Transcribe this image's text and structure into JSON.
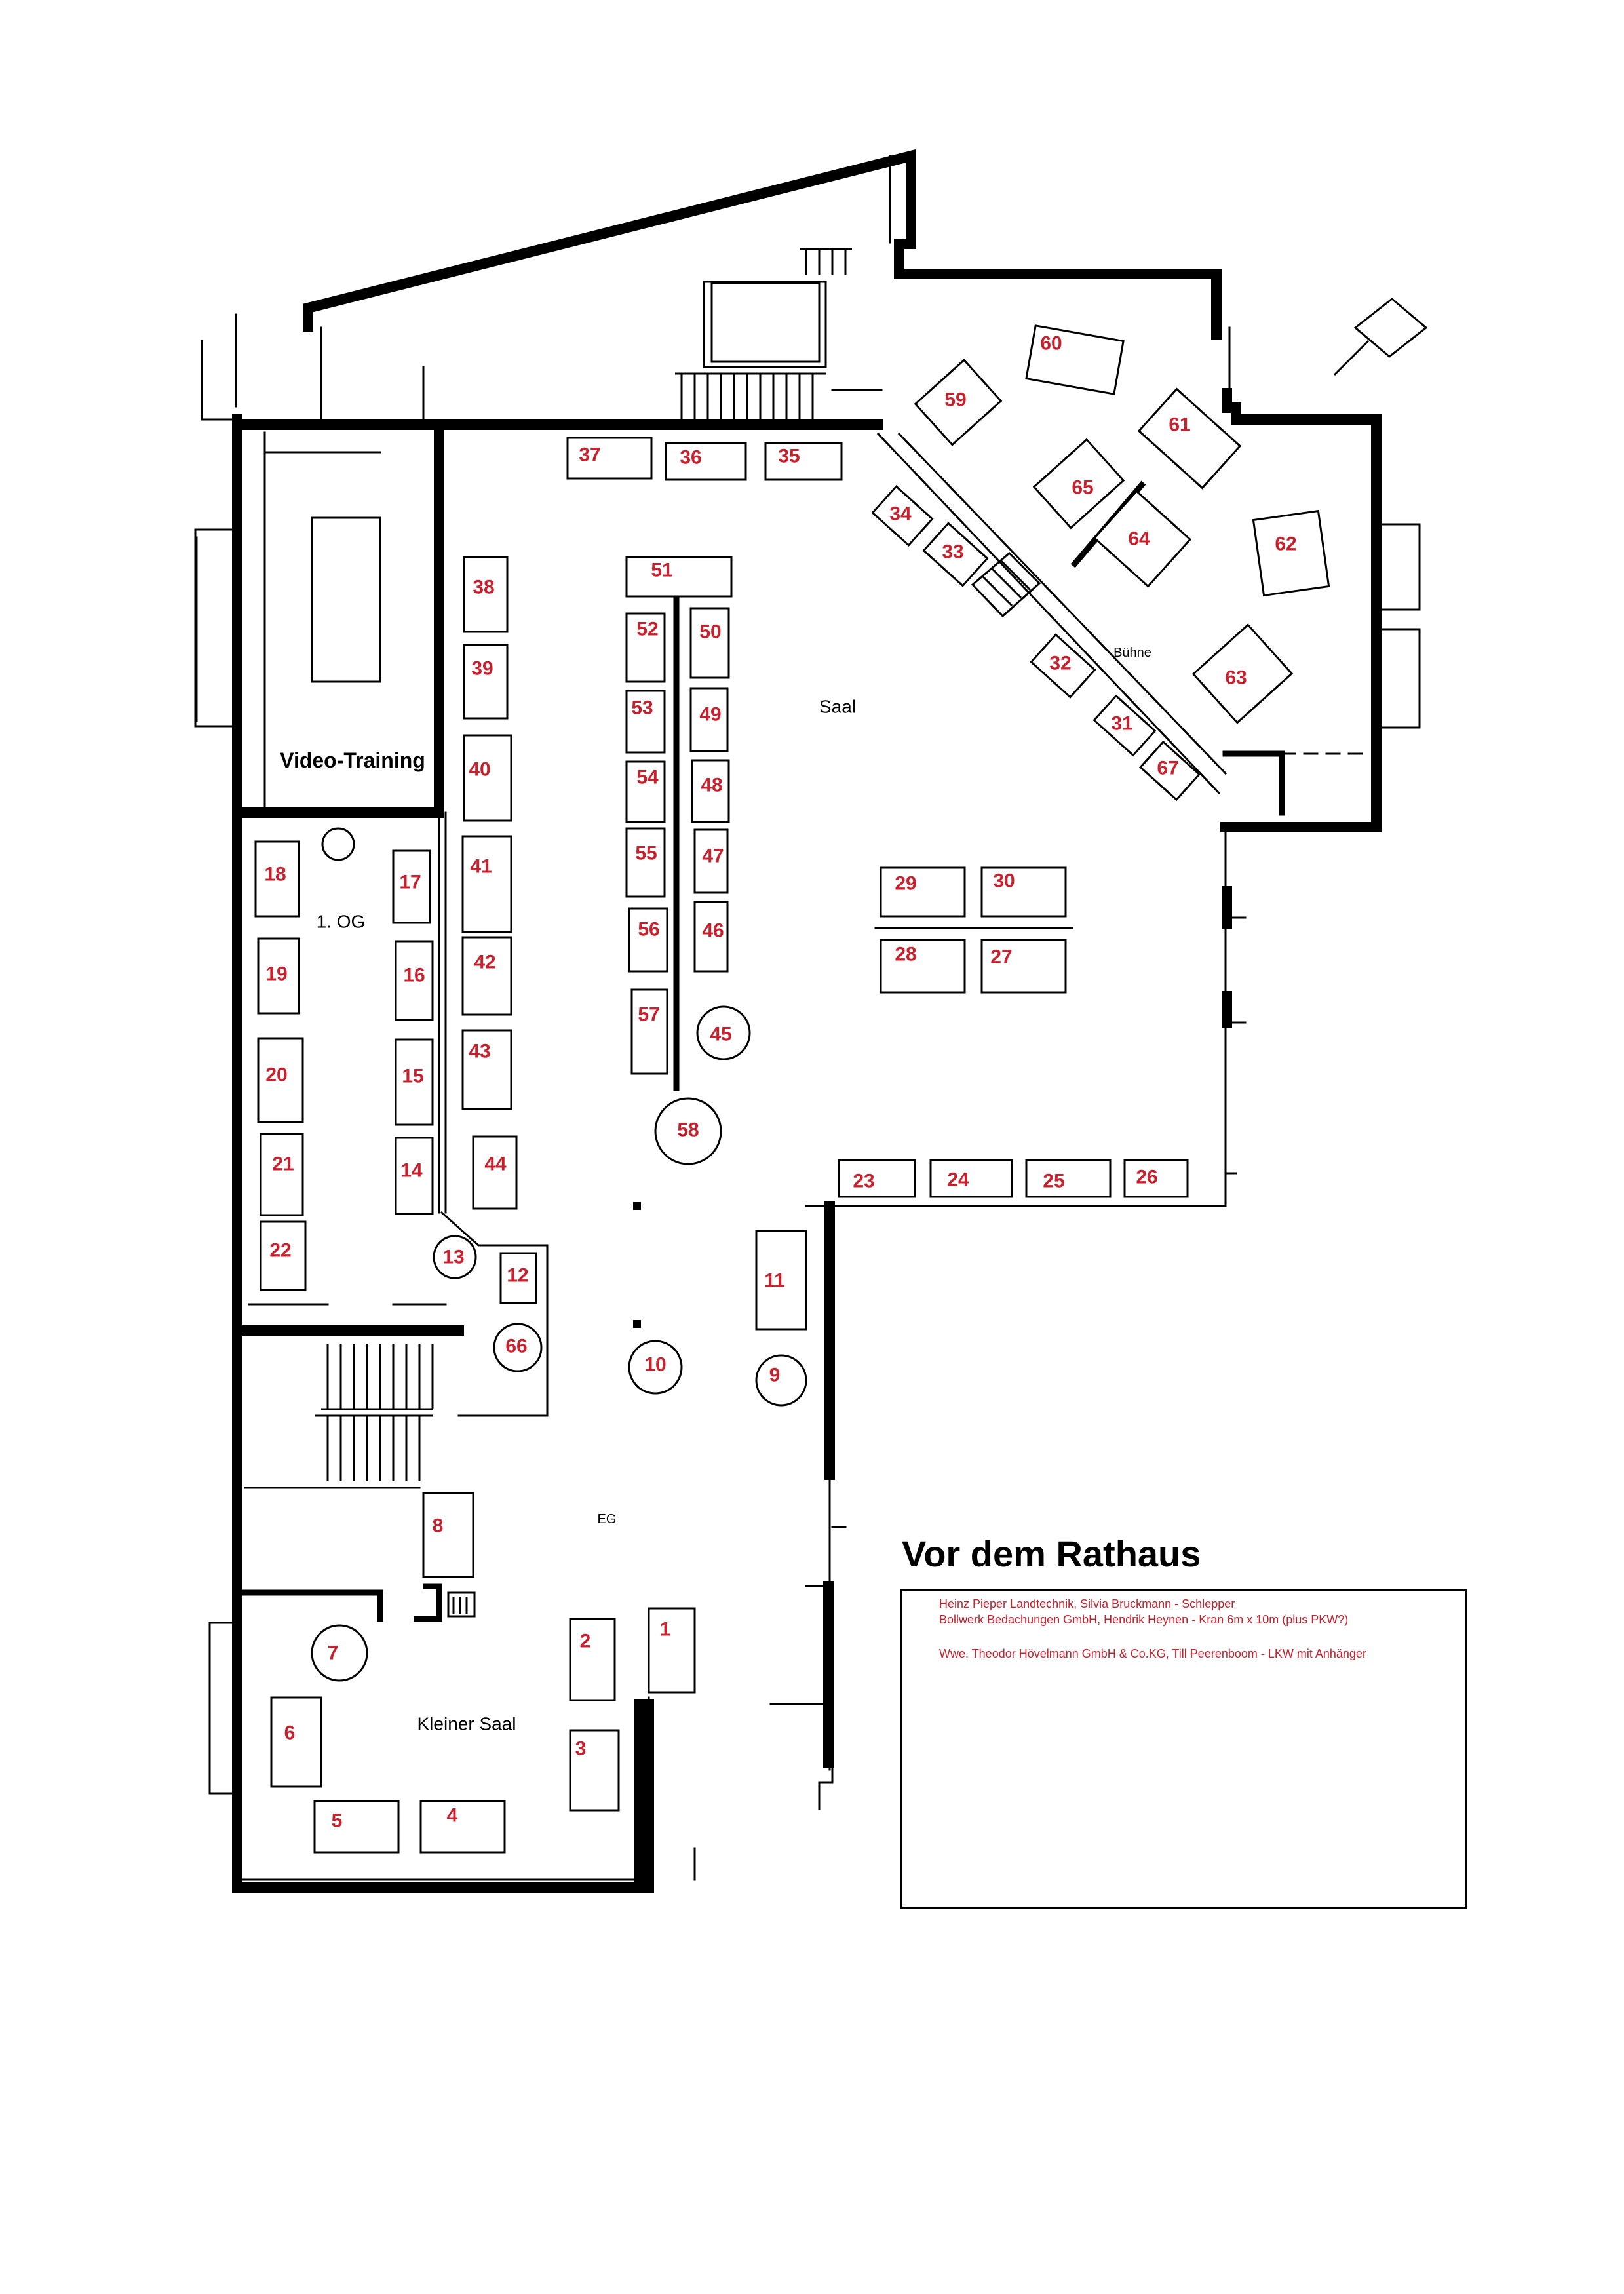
{
  "rooms": {
    "video_training": "Video-Training",
    "first_floor": "1. OG",
    "saal": "Saal",
    "buehne": "Bühne",
    "ground_floor": "EG",
    "kleiner_saal": "Kleiner Saal"
  },
  "outside": {
    "title": "Vor dem Rathaus",
    "lines": [
      "Heinz Pieper Landtechnik, Silvia Bruckmann - Schlepper",
      "Bollwerk Bedachungen GmbH, Hendrik Heynen - Kran 6m x 10m (plus PKW?)",
      "Wwe. Theodor Hövelmann GmbH & Co.KG, Till Peerenboom - LKW mit Anhänger"
    ]
  },
  "booths": {
    "b1": "1",
    "b2": "2",
    "b3": "3",
    "b4": "4",
    "b5": "5",
    "b6": "6",
    "b7": "7",
    "b8": "8",
    "b9": "9",
    "b10": "10",
    "b11": "11",
    "b12": "12",
    "b13": "13",
    "b14": "14",
    "b15": "15",
    "b16": "16",
    "b17": "17",
    "b18": "18",
    "b19": "19",
    "b20": "20",
    "b21": "21",
    "b22": "22",
    "b23": "23",
    "b24": "24",
    "b25": "25",
    "b26": "26",
    "b27": "27",
    "b28": "28",
    "b29": "29",
    "b30": "30",
    "b31": "31",
    "b32": "32",
    "b33": "33",
    "b34": "34",
    "b35": "35",
    "b36": "36",
    "b37": "37",
    "b38": "38",
    "b39": "39",
    "b40": "40",
    "b41": "41",
    "b42": "42",
    "b43": "43",
    "b44": "44",
    "b45": "45",
    "b46": "46",
    "b47": "47",
    "b48": "48",
    "b49": "49",
    "b50": "50",
    "b51": "51",
    "b52": "52",
    "b53": "53",
    "b54": "54",
    "b55": "55",
    "b56": "56",
    "b57": "57",
    "b58": "58",
    "b59": "59",
    "b60": "60",
    "b61": "61",
    "b62": "62",
    "b63": "63",
    "b64": "64",
    "b65": "65",
    "b66": "66",
    "b67": "67"
  },
  "colors": {
    "booth_number": "#c8202c",
    "walls": "#000000"
  }
}
